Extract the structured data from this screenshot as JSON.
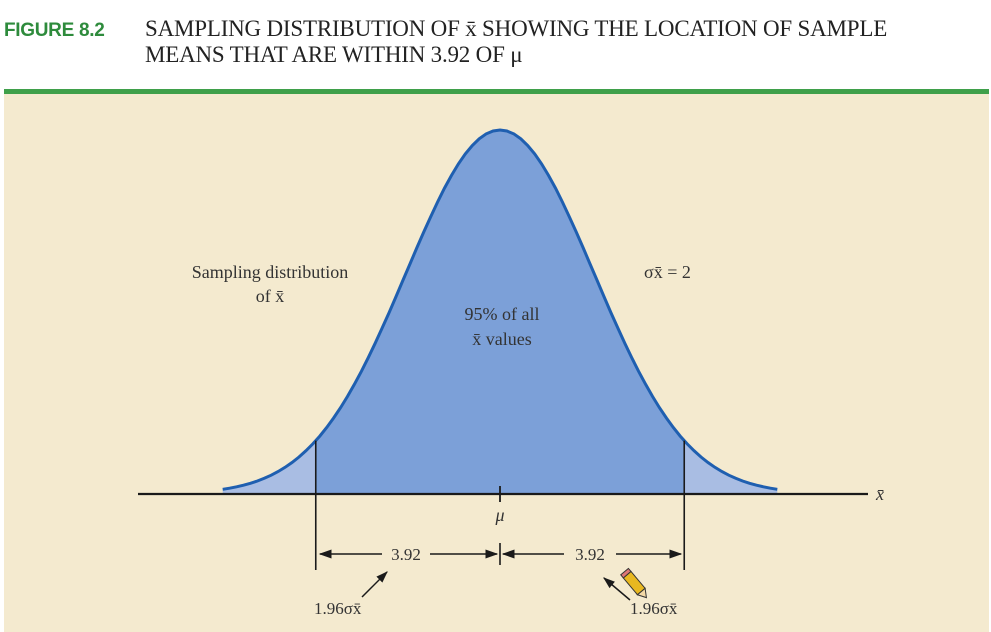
{
  "figure": {
    "label": "FIGURE 8.2",
    "title_line1": "SAMPLING DISTRIBUTION OF x̄ SHOWING THE LOCATION OF SAMPLE",
    "title_line2": "MEANS THAT ARE WITHIN 3.92 OF μ"
  },
  "diagram": {
    "dist_label_line1": "Sampling distribution",
    "dist_label_line2": "of x̄",
    "sigma_label": "σx̄ = 2",
    "center_label_line1": "95% of all",
    "center_label_line2": "x̄ values",
    "axis_label": "x̄",
    "mu_label": "μ",
    "left_width_label": "3.92",
    "right_width_label": "3.92",
    "left_bound_label": "1.96σx̄",
    "right_bound_label": "1.96σx̄",
    "center_area_percent": 95,
    "bound_z": 1.96,
    "sigma_value": 2,
    "colors": {
      "curve": "#1f5fb0",
      "center_fill": "#7ca0d8",
      "tail_fill": "#a9bde3",
      "axis": "#1a1a1a",
      "panel_bg": "#f4eacf",
      "figure_label": "#2e8b3c"
    }
  }
}
